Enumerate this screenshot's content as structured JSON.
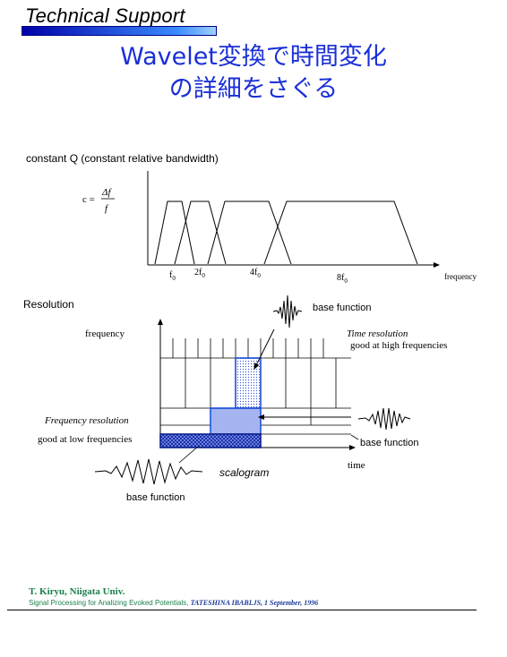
{
  "header": {
    "title": "Technical Support"
  },
  "title": {
    "line1": "Wavelet変換で時間変化",
    "line2": "の詳細をさぐる"
  },
  "constant_q": {
    "heading": "constant Q (constant relative bandwidth)",
    "formula_lhs": "c =",
    "formula_num": "Δf",
    "formula_den": "f",
    "ticks": [
      "f",
      "2f",
      "4f",
      "8f"
    ],
    "tick_sub": "0",
    "axis_label": "frequency"
  },
  "resolution": {
    "heading": "Resolution",
    "y_label": "frequency",
    "x_label": "time",
    "time_res_title": "Time resolution",
    "time_res_desc": "good at high frequencies",
    "freq_res_title": "Frequency resolution",
    "freq_res_desc": "good at low frequencies",
    "base_function": "base function",
    "scalogram": "scalogram"
  },
  "footer": {
    "author": "T. Kiryu, Niigata Univ.",
    "ref_main": "Signal Processing for Analizing Evoked Potentials,",
    "ref_conf": "TATESHINA IBABLJS, 1 September, 1996"
  },
  "colors": {
    "title_blue": "#1a2fd6",
    "highlight_blue": "#1a4fd6",
    "footer_green": "#1a7f4a"
  }
}
